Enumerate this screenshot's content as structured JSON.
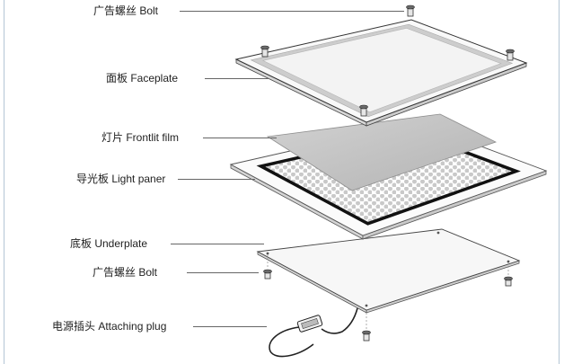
{
  "callouts": {
    "bolt_top": "广告螺丝 Bolt",
    "faceplate": "面板 Faceplate",
    "film": "灯片 Frontlit film",
    "light_panel": "导光板 Light paner",
    "underplate": "底板 Underplate",
    "bolt_bottom": "广告螺丝 Bolt",
    "plug": "电源插头 Attaching plug"
  },
  "colors": {
    "leader_line": "#666666",
    "frame": "#b4c6d6",
    "film": "#c4c4c4",
    "panel_border": "#111111"
  }
}
